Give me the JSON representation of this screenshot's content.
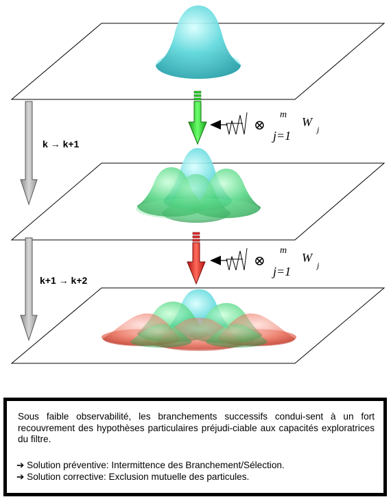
{
  "steps": [
    {
      "label": "k → k+1"
    },
    {
      "label": "k+1 → k+2"
    }
  ],
  "operator": {
    "otimes": "⊗",
    "upper": "m",
    "lower": "j=1",
    "weight": "W",
    "subscript": "j"
  },
  "colors": {
    "prior": "#43c8c8",
    "branch": "#2dbf5a",
    "selection": "#e03a2a",
    "arrow_branch": "#22dd22",
    "arrow_selection": "#ee2222",
    "time_arrow": "#b8b8b8"
  },
  "caption": {
    "paragraph": "Sous faible observabilité, les branchements successifs condui-sent à un fort recouvrement des hypothèses particulaires préjudi-ciable aux capacités exploratrices du filtre.",
    "bullets": [
      "➔ Solution préventive: Intermittence des Branchement/Sélection.",
      "➔ Solution corrective: Exclusion mutuelle des particules."
    ]
  }
}
